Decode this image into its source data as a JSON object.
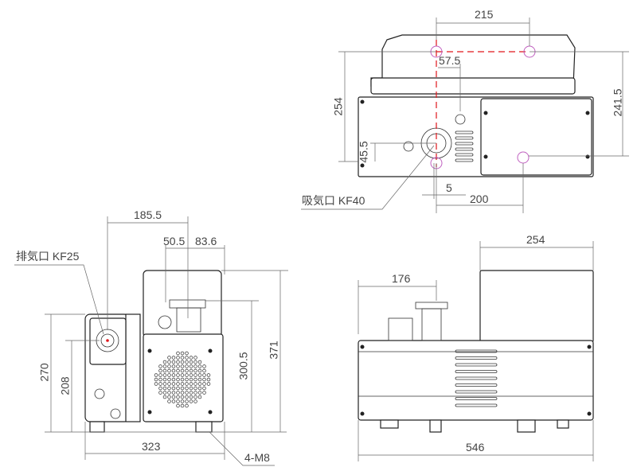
{
  "colors": {
    "outline": "#222222",
    "dimension": "#666666",
    "centerline": "#e0161b",
    "marker": "#c060c0"
  },
  "top_view": {
    "dims": {
      "width_215": "215",
      "offset_57_5": "57.5",
      "depth_254": "254",
      "depth_241_5": "241.5",
      "height_45_5": "45.5",
      "offset_5": "5",
      "offset_200": "200"
    },
    "inlet_label": "吸気口 KF40"
  },
  "front_view": {
    "dims": {
      "offset_185_5": "185.5",
      "offset_50_5": "50.5",
      "offset_83_6": "83.6",
      "height_270": "270",
      "height_208": "208",
      "height_300_5": "300.5",
      "height_371": "371",
      "width_323": "323"
    },
    "exhaust_label": "排気口 KF25",
    "mount_label": "4-M8"
  },
  "side_view": {
    "dims": {
      "offset_176": "176",
      "width_254": "254",
      "length_546": "546"
    }
  }
}
